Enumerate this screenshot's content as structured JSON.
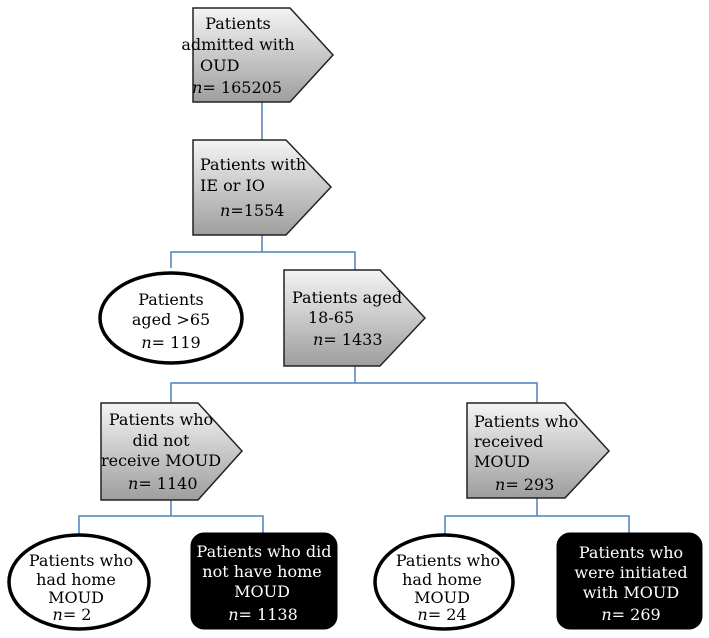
{
  "flowchart": {
    "nodes": [
      {
        "id": "admitted",
        "shape": "pentagon",
        "lines": [
          "Patients",
          "admitted with",
          "OUD"
        ],
        "n_label": "n",
        "n_value": "= 165205"
      },
      {
        "id": "ie_io",
        "shape": "pentagon",
        "lines": [
          "Patients with",
          "IE or IO"
        ],
        "n_label": "n",
        "n_value": "=1554"
      },
      {
        "id": "over65",
        "shape": "ellipse",
        "lines": [
          "Patients",
          "aged >65"
        ],
        "n_label": "n",
        "n_value": "= 119"
      },
      {
        "id": "age18_65",
        "shape": "pentagon",
        "lines": [
          "Patients aged",
          "18-65"
        ],
        "n_label": "n",
        "n_value": "= 1433"
      },
      {
        "id": "no_moud",
        "shape": "pentagon",
        "lines": [
          "Patients who",
          "did not",
          "receive MOUD"
        ],
        "n_label": "n",
        "n_value": "= 1140"
      },
      {
        "id": "moud",
        "shape": "pentagon",
        "lines": [
          "Patients who",
          "received",
          "MOUD"
        ],
        "n_label": "n",
        "n_value": "= 293"
      },
      {
        "id": "no_moud_home",
        "shape": "ellipse",
        "lines": [
          "Patients who",
          "had home",
          "MOUD"
        ],
        "n_label": "n",
        "n_value": "= 2"
      },
      {
        "id": "no_moud_nohome",
        "shape": "black-rect",
        "lines": [
          "Patients who did",
          "not have home",
          "MOUD"
        ],
        "n_label": "n",
        "n_value": "= 1138"
      },
      {
        "id": "moud_home",
        "shape": "ellipse",
        "lines": [
          "Patients who",
          "had home",
          "MOUD"
        ],
        "n_label": "n",
        "n_value": "= 24"
      },
      {
        "id": "moud_initiated",
        "shape": "black-rect",
        "lines": [
          "Patients who",
          "were initiated",
          "with MOUD"
        ],
        "n_label": "n",
        "n_value": "= 269"
      }
    ],
    "edges": [
      [
        "admitted",
        "ie_io"
      ],
      [
        "ie_io",
        "over65"
      ],
      [
        "ie_io",
        "age18_65"
      ],
      [
        "age18_65",
        "no_moud"
      ],
      [
        "age18_65",
        "moud"
      ],
      [
        "no_moud",
        "no_moud_home"
      ],
      [
        "no_moud",
        "no_moud_nohome"
      ],
      [
        "moud",
        "moud_home"
      ],
      [
        "moud",
        "moud_initiated"
      ]
    ],
    "colors": {
      "connector": "#4f81bd",
      "gradient_light": "#f4f4f4",
      "gradient_dark": "#9e9e9e",
      "black_box": "#000000"
    }
  }
}
